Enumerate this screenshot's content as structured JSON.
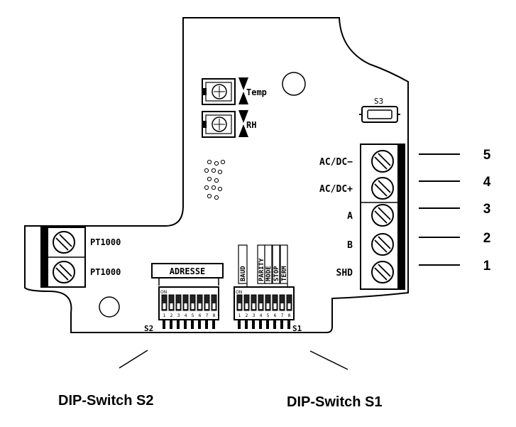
{
  "trimmers": {
    "temp_label": "Temp",
    "rh_label": "RH"
  },
  "button_label": "S3",
  "terminal_labels": [
    "AC/DC−",
    "AC/DC+",
    "A",
    "B",
    "SHD"
  ],
  "terminal_numbers": [
    "5",
    "4",
    "3",
    "2",
    "1"
  ],
  "pt1000_labels": [
    "PT1000",
    "PT1000"
  ],
  "s2": {
    "header": "ADRESSE",
    "on_label": "ON",
    "pins": [
      "1",
      "2",
      "3",
      "4",
      "5",
      "6",
      "7",
      "8"
    ],
    "name": "S2"
  },
  "s1": {
    "headers": [
      "BAUD",
      "PARITY",
      "MODE",
      "STOP",
      "TERM"
    ],
    "on_label": "ON",
    "pins": [
      "1",
      "2",
      "3",
      "4",
      "5",
      "6",
      "7",
      "8"
    ],
    "name": "S1"
  },
  "captions": {
    "s2": "DIP-Switch S2",
    "s1": "DIP-Switch S1"
  },
  "colors": {
    "line": "#000000",
    "fill_dark": "#222222",
    "fill_light": "#ffffff"
  }
}
